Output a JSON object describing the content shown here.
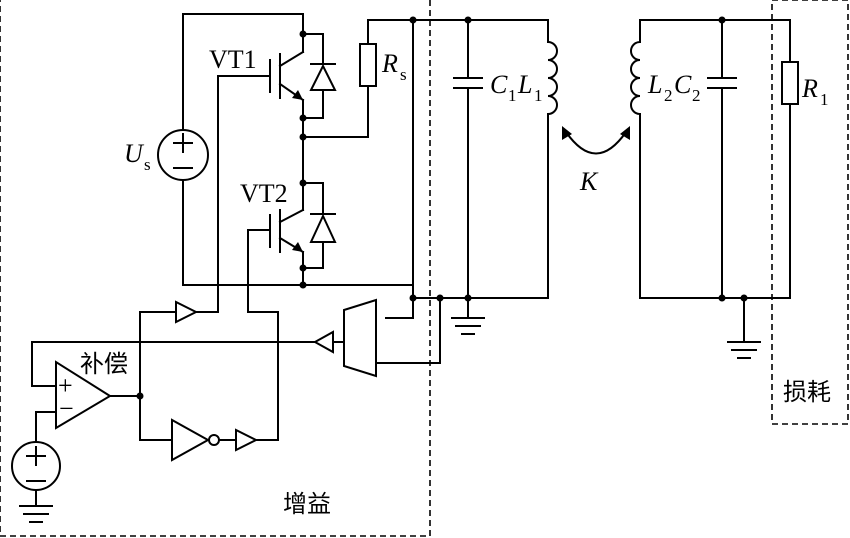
{
  "labels": {
    "vt1": "VT1",
    "vt2": "VT2",
    "rs_main": "R",
    "rs_sub": "s",
    "us_main": "U",
    "us_sub": "s",
    "c1_main": "C",
    "c1_sub": "1",
    "l1_main": "L",
    "l1_sub": "1",
    "l2_main": "L",
    "l2_sub": "2",
    "c2_main": "C",
    "c2_sub": "2",
    "r1_main": "R",
    "r1_sub": "1",
    "k": "K",
    "compensation": "补偿",
    "gain": "增益",
    "loss": "损耗",
    "plus": "+",
    "minus": "−"
  }
}
